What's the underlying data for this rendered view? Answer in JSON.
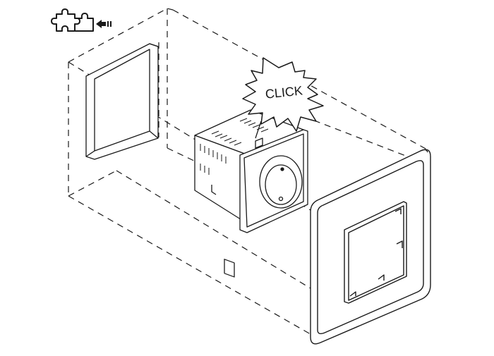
{
  "diagram": {
    "callout_text": "CLICK",
    "icons": [
      "puzzle-piece-icon",
      "arrow-left-icon"
    ],
    "parts": [
      "wall-box",
      "thermostat-module",
      "cover-frame"
    ],
    "colors": {
      "line": "#1a1a1a",
      "fill": "#ffffff"
    }
  }
}
